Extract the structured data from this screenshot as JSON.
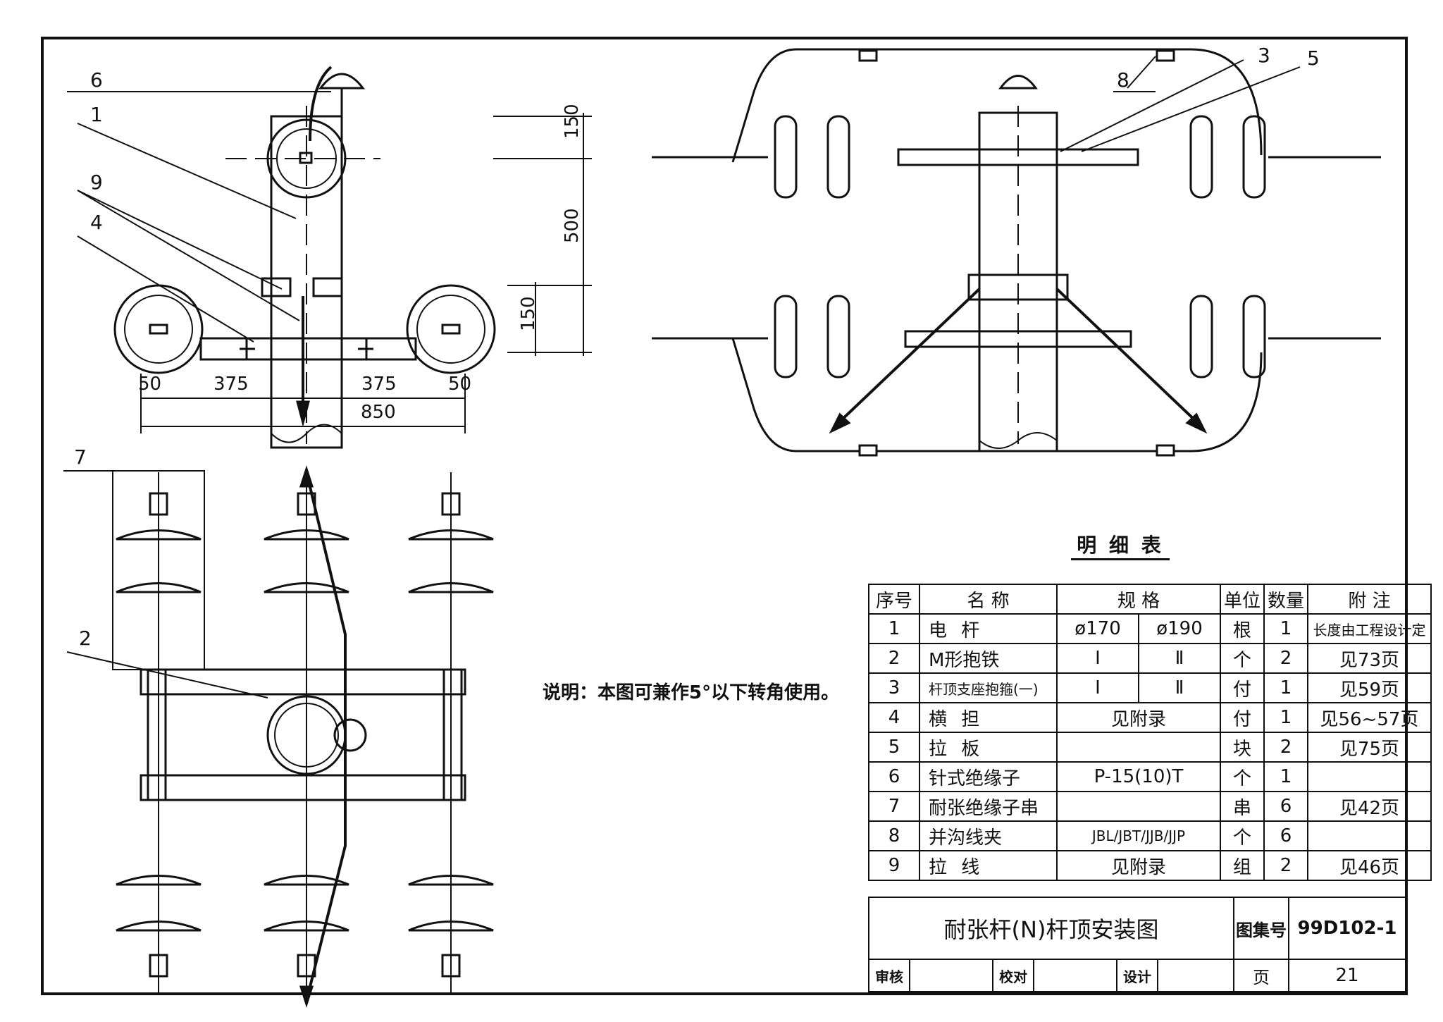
{
  "callouts": [
    "1",
    "2",
    "3",
    "4",
    "5",
    "6",
    "7",
    "8",
    "9"
  ],
  "dimensions": {
    "d150_top": "150",
    "d500": "500",
    "d150_bot": "150",
    "d50_left": "50",
    "d375_left": "375",
    "d375_right": "375",
    "d50_right": "50",
    "d850": "850"
  },
  "note": "说明：本图可兼作5°以下转角使用。",
  "bom": {
    "title": "明 细 表",
    "headers": [
      "序号",
      "名 称",
      "规 格",
      "单位",
      "数量",
      "附 注"
    ],
    "rows": [
      {
        "no": "1",
        "name": "电 杆",
        "spec_a": "ø170",
        "spec_b": "ø190",
        "unit": "根",
        "qty": "1",
        "note": "长度由工程设计定"
      },
      {
        "no": "2",
        "name": "M形抱铁",
        "spec_a": "I",
        "spec_b": "Ⅱ",
        "unit": "个",
        "qty": "2",
        "note": "见73页"
      },
      {
        "no": "3",
        "name": "杆顶支座抱箍(一)",
        "spec_a": "I",
        "spec_b": "Ⅱ",
        "unit": "付",
        "qty": "1",
        "note": "见59页"
      },
      {
        "no": "4",
        "name": "横 担",
        "spec": "见附录",
        "unit": "付",
        "qty": "1",
        "note": "见56~57页"
      },
      {
        "no": "5",
        "name": "拉 板",
        "spec": "",
        "unit": "块",
        "qty": "2",
        "note": "见75页"
      },
      {
        "no": "6",
        "name": "针式绝缘子",
        "spec": "P-15(10)T",
        "unit": "个",
        "qty": "1",
        "note": ""
      },
      {
        "no": "7",
        "name": "耐张绝缘子串",
        "spec": "",
        "unit": "串",
        "qty": "6",
        "note": "见42页"
      },
      {
        "no": "8",
        "name": "并沟线夹",
        "spec": "JBL/JBT/JJB/JJP",
        "unit": "个",
        "qty": "6",
        "note": ""
      },
      {
        "no": "9",
        "name": "拉 线",
        "spec": "见附录",
        "unit": "组",
        "qty": "2",
        "note": "见46页"
      }
    ]
  },
  "title_block": {
    "drawing_title": "耐张杆(N)杆顶安装图",
    "atlas_label": "图集号",
    "atlas_no": "99D102-1",
    "page_label": "页",
    "page_no": "21",
    "review_label": "审核",
    "check_label": "校对",
    "design_label": "设计"
  }
}
